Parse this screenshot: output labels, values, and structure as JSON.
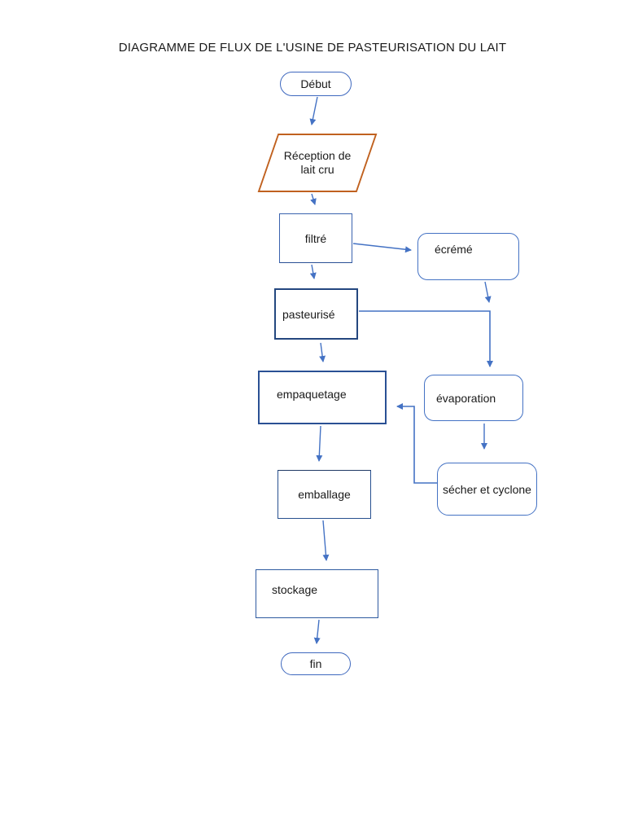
{
  "page": {
    "background": "#ffffff"
  },
  "title": "DIAGRAMME DE FLUX DE L'USINE DE PASTEURISATION DU LAIT",
  "flowchart": {
    "nodes": {
      "debut": {
        "label": "Début",
        "shape": "stadium"
      },
      "reception": {
        "label": "Réception de lait cru",
        "shape": "parallelogram"
      },
      "filtre": {
        "label": "filtré",
        "shape": "rectangle"
      },
      "ecreme": {
        "label": "écrémé",
        "shape": "rounded-rectangle"
      },
      "pasteurise": {
        "label": "pasteurisé",
        "shape": "rectangle"
      },
      "evaporation": {
        "label": "évaporation",
        "shape": "rounded-rectangle"
      },
      "empaquetage": {
        "label": "empaquetage",
        "shape": "rectangle"
      },
      "secher": {
        "label": "sécher et cyclone",
        "shape": "rounded-rectangle"
      },
      "emballage": {
        "label": "emballage",
        "shape": "rectangle"
      },
      "stockage": {
        "label": "stockage",
        "shape": "rectangle"
      },
      "fin": {
        "label": "fin",
        "shape": "stadium"
      }
    },
    "edges": [
      {
        "from": "debut",
        "to": "reception"
      },
      {
        "from": "reception",
        "to": "filtre"
      },
      {
        "from": "filtre",
        "to": "ecreme"
      },
      {
        "from": "filtre",
        "to": "pasteurise"
      },
      {
        "from": "ecreme",
        "to": "evaporation"
      },
      {
        "from": "pasteurise",
        "to": "evaporation"
      },
      {
        "from": "pasteurise",
        "to": "empaquetage"
      },
      {
        "from": "evaporation",
        "to": "secher"
      },
      {
        "from": "secher",
        "to": "empaquetage"
      },
      {
        "from": "empaquetage",
        "to": "emballage"
      },
      {
        "from": "emballage",
        "to": "stockage"
      },
      {
        "from": "stockage",
        "to": "fin"
      }
    ],
    "colors": {
      "connector": "#4472C4",
      "rectangle_border": "#2F5496",
      "rounded_border": "#4472C4",
      "stadium_border": "#3E68BE",
      "parallelogram_border": "#C0611F",
      "text": "#1A1A1A"
    }
  }
}
